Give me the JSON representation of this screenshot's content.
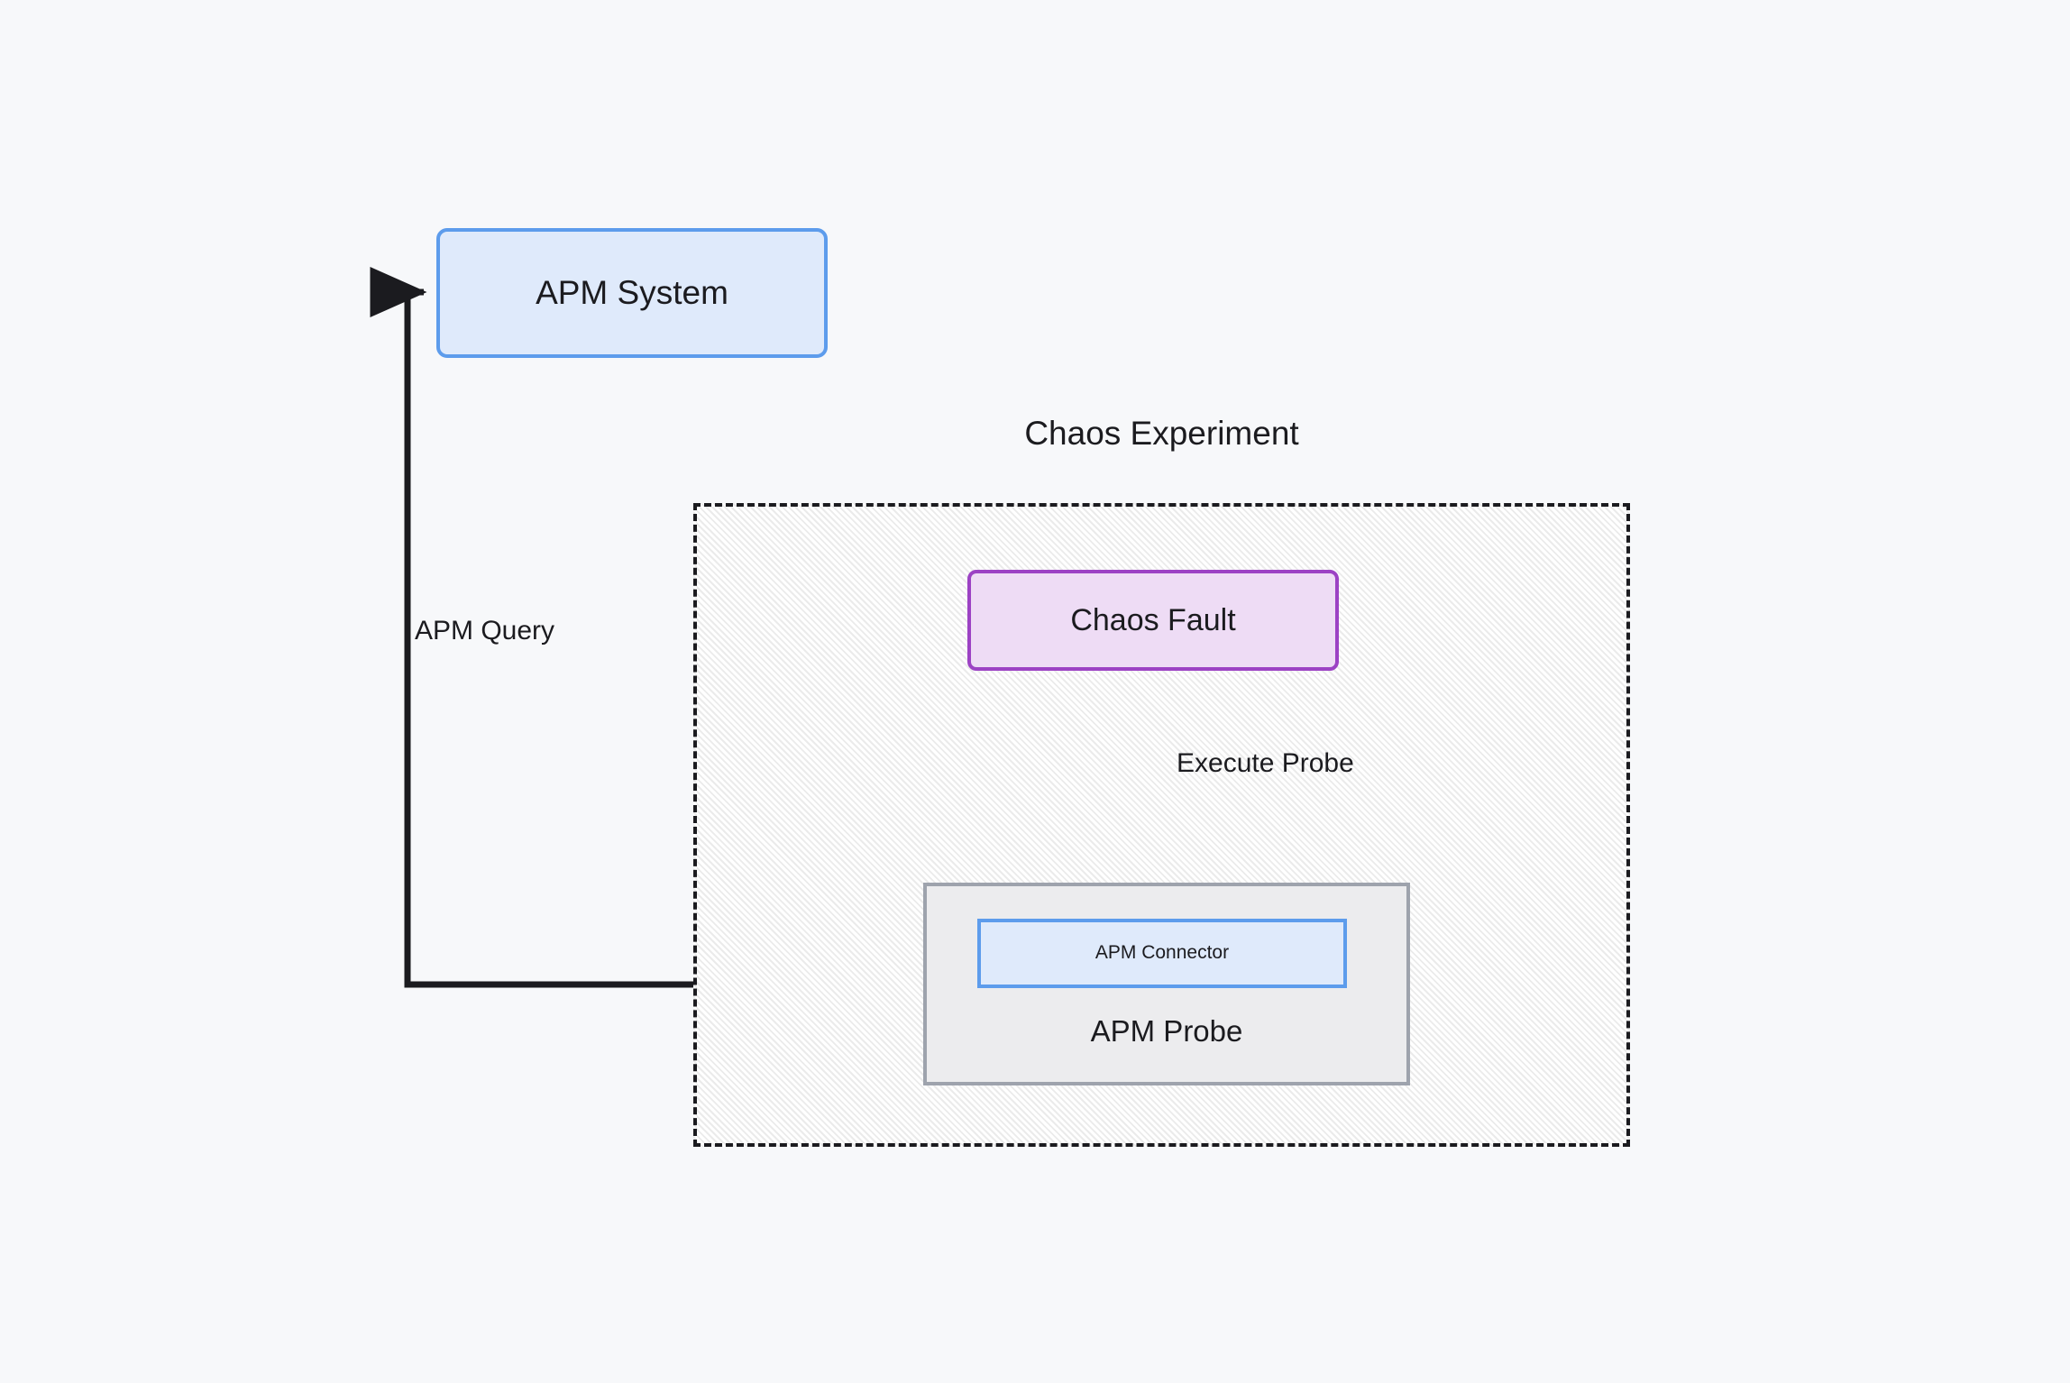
{
  "diagram": {
    "title": "Chaos Experiment",
    "background_color": "#f7f8fa",
    "nodes": {
      "apm_system": {
        "label": "APM System",
        "fill": "#dfeafb",
        "stroke": "#5d9cec",
        "shape": "rounded-rectangle"
      },
      "chaos_experiment": {
        "label": "Chaos Experiment",
        "fill": "#ebebeb",
        "stroke": "#1b1b1f",
        "border_style": "dashed",
        "pattern": "diagonal-hatch"
      },
      "chaos_fault": {
        "label": "Chaos Fault",
        "fill": "#eedcf5",
        "stroke": "#9c42c4",
        "shape": "rounded-rectangle"
      },
      "apm_probe": {
        "label": "APM Probe",
        "fill": "#ececee",
        "stroke": "#9ea3ad",
        "shape": "rectangle"
      },
      "apm_connector": {
        "label": "APM Connector",
        "fill": "#dfeafb",
        "stroke": "#5d9cec",
        "shape": "rectangle"
      }
    },
    "edges": [
      {
        "id": "apm-query-edge",
        "label": "APM Query",
        "from": "apm_probe",
        "to": "apm_system",
        "style": "orthogonal",
        "arrowhead": "end",
        "color": "#1b1b1f"
      },
      {
        "id": "execute-probe-edge",
        "label": "Execute Probe",
        "from": "chaos_fault",
        "to": "apm_probe",
        "style": "straight-vertical",
        "arrowhead": "end",
        "color": "#1b1b1f"
      }
    ]
  }
}
